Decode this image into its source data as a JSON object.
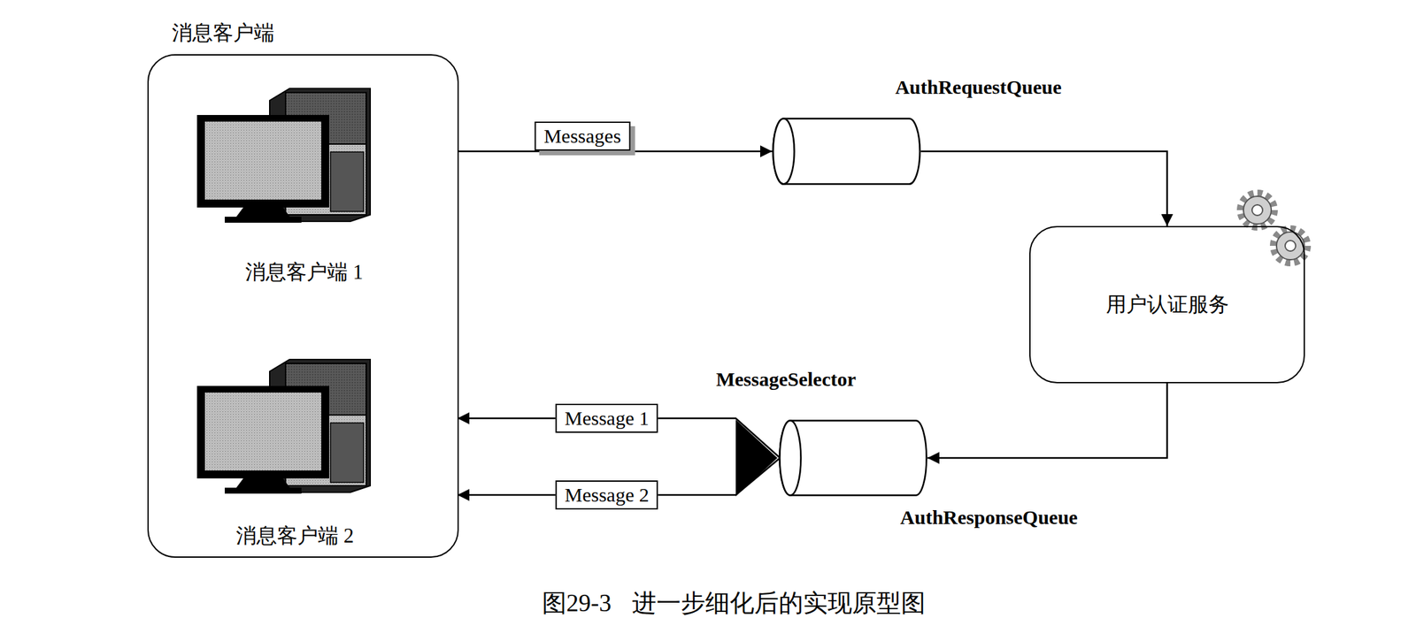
{
  "diagram": {
    "caption": "图29-3 进一步细化后的实现原型图",
    "nodes": [
      {
        "text": [
          "消息客户端"
        ]
      },
      {
        "text": [
          "消息客户端 1"
        ],
        "in": 0
      },
      {
        "text": [
          "消息客户端 2"
        ],
        "in": 0
      },
      {
        "text": [
          "AuthRequestQueue"
        ]
      },
      {
        "text": [
          "用户认证服务"
        ]
      },
      {
        "text": [
          "AuthResponseQueue"
        ]
      }
    ],
    "edges": [
      {
        "from": 0,
        "to": 3,
        "label": "Messages",
        "arrow": "to"
      },
      {
        "from": 3,
        "to": 4,
        "arrow": "to"
      },
      {
        "from": 4,
        "to": 5,
        "arrow": "to"
      },
      {
        "from": 5,
        "to": 1,
        "label": "Message 1",
        "arrow": "to"
      },
      {
        "from": 5,
        "to": 2,
        "label": "Message 2",
        "arrow": "to"
      }
    ],
    "labels": [
      "MessageSelector"
    ]
  }
}
